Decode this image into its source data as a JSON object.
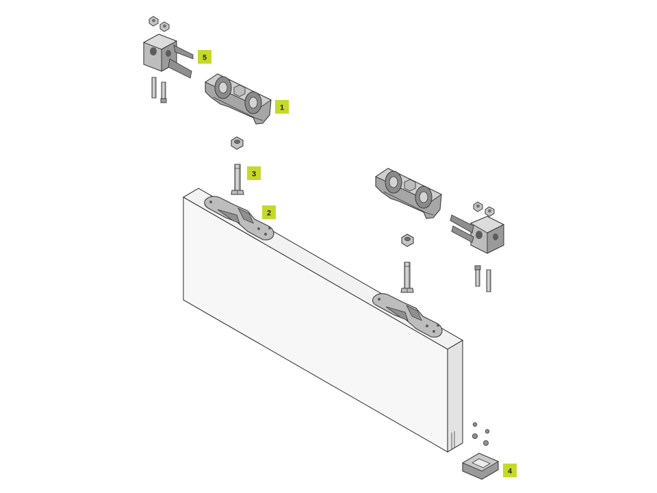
{
  "colors": {
    "background": "#ffffff",
    "label_fill": "#c6d92a",
    "label_text": "#222222",
    "part_light": "#bdbdbd",
    "part_mid": "#8f8f8f",
    "part_dark": "#5c5c5c",
    "outline": "#3a3a3a",
    "door_face": "#f7f7f7",
    "door_edge": "#e3e3e3"
  },
  "labels": [
    {
      "id": "roller-carriage",
      "text": "1"
    },
    {
      "id": "door-bracket-plate",
      "text": "2"
    },
    {
      "id": "hanger-bolt",
      "text": "3"
    },
    {
      "id": "floor-guide",
      "text": "4"
    },
    {
      "id": "end-stop",
      "text": "5"
    }
  ]
}
